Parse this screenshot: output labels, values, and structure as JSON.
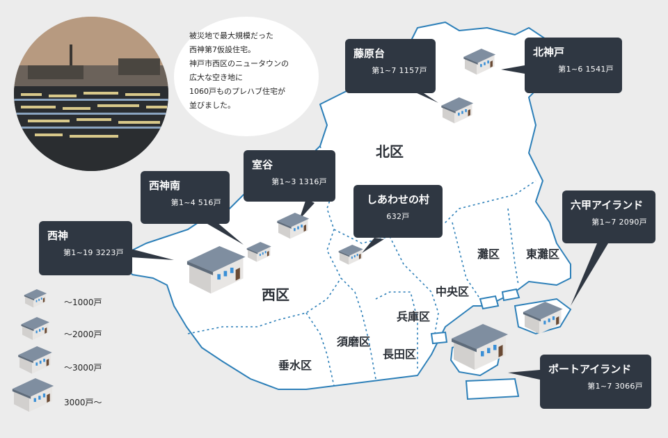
{
  "intro": {
    "text": "被災地で最大規模だった\n西神第7仮設住宅。\n神戸市西区のニュータウンの\n広大な空き地に\n1060戸ものプレハブ住宅が\n並びました。"
  },
  "wards": [
    {
      "label": "北区"
    },
    {
      "label": "西区"
    },
    {
      "label": "垂水区"
    },
    {
      "label": "須磨区"
    },
    {
      "label": "長田区"
    },
    {
      "label": "兵庫区"
    },
    {
      "label": "中央区"
    },
    {
      "label": "灘区"
    },
    {
      "label": "東灘区"
    }
  ],
  "sites": [
    {
      "name": "藤原台",
      "detail": "第1~7  1157戸",
      "units": 1157,
      "house_size": "medium"
    },
    {
      "name": "北神戸",
      "detail": "第1~6  1541戸",
      "units": 1541,
      "house_size": "medium"
    },
    {
      "name": "室谷",
      "detail": "第1~3  1316戸",
      "units": 1316,
      "house_size": "medium"
    },
    {
      "name": "西神南",
      "detail": "第1~4   516戸",
      "units": 516,
      "house_size": "small"
    },
    {
      "name": "しあわせの村",
      "detail": "632戸",
      "units": 632,
      "house_size": "small"
    },
    {
      "name": "西神",
      "detail": "第1~19 3223戸",
      "units": 3223,
      "house_size": "large"
    },
    {
      "name": "六甲アイランド",
      "detail": "第1~7   2090戸",
      "units": 2090,
      "house_size": "large-medium"
    },
    {
      "name": "ポートアイランド",
      "detail": "第1~7   3066戸",
      "units": 3066,
      "house_size": "large"
    }
  ],
  "legend": [
    {
      "label": "～1000戸"
    },
    {
      "label": "～2000戸"
    },
    {
      "label": "～3000戸"
    },
    {
      "label": "3000戸～"
    }
  ],
  "colors": {
    "background": "#ececec",
    "land": "#ffffff",
    "border": "#2c7fb8",
    "callout": "#2f3742",
    "house_roof": "#7f8ea0",
    "house_wall": "#e8e6e4",
    "house_window": "#3a8fd6"
  },
  "icons": [
    "house-icon"
  ]
}
